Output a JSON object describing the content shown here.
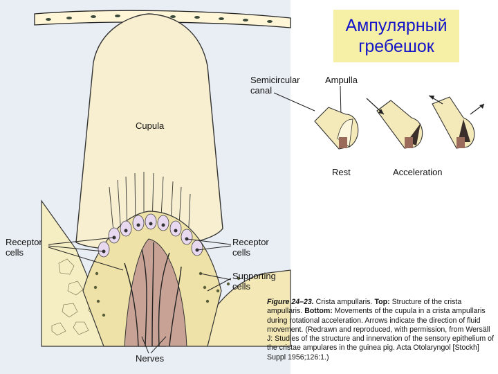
{
  "title": {
    "line1": "Ампулярный",
    "line2": "гребешок",
    "box_color": "#f6f0a6",
    "text_color": "#1515c8"
  },
  "labels": {
    "cupula": "Cupula",
    "receptor_left": "Receptor\ncells",
    "receptor_right": "Receptor\ncells",
    "supporting": "Supporting\ncells",
    "nerves": "Nerves",
    "semicircular": "Semicircular\ncanal",
    "ampulla": "Ampulla",
    "rest": "Rest",
    "acceleration": "Acceleration"
  },
  "caption": {
    "figure": "Figure 24–23.",
    "head": "Crista ampullaris.",
    "top_label": "Top:",
    "top_text": "Structure of the crista ampullaris.",
    "bottom_label": "Bottom:",
    "bottom_text": "Movements of the cupula in a crista ampullaris during rotational acceleration. Arrows indicate the direction of fluid movement. (Redrawn and reproduced, with permission, from Wersäll J: Studies of the structure and innervation of the sensory epithelium of the cristae ampulares in the guinea pig. Acta Otolaryngol [Stockh] Suppl 1956;126:1.)"
  }
}
